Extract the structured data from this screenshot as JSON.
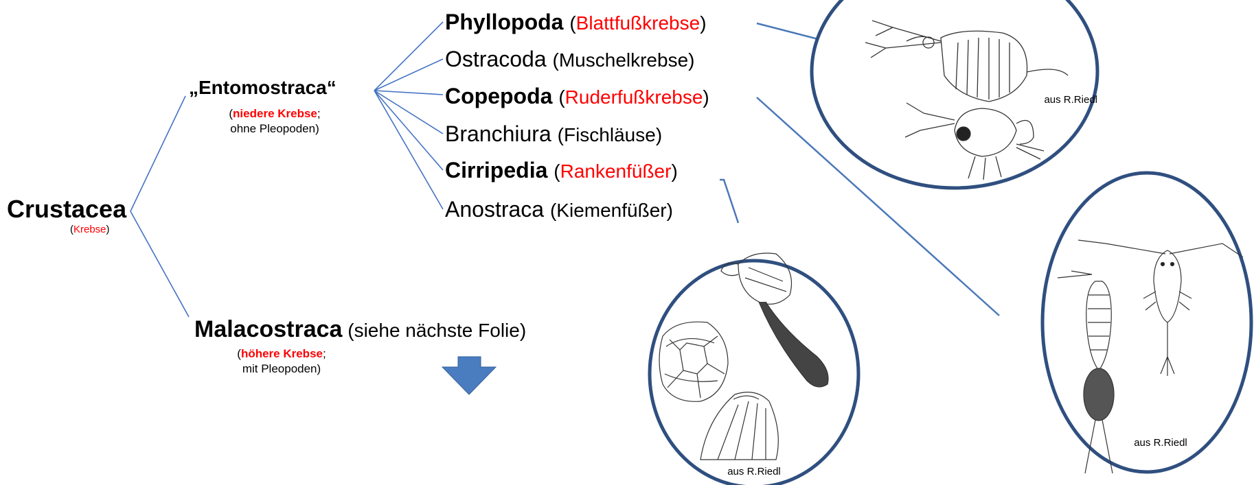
{
  "root": {
    "name": "Crustacea",
    "paren_open": "(",
    "common": "Krebse",
    "paren_close": ")"
  },
  "entomostraca": {
    "name": "„Entomostraca“",
    "note_open": "(",
    "note_common": "niedere Krebse",
    "note_semi": ";",
    "note_line2": "ohne Pleopoden)"
  },
  "malacostraca": {
    "name": "Malacostraca",
    "suffix": " (siehe nächste Folie)",
    "note_open": "(",
    "note_common": "höhere Krebse",
    "note_semi": ";",
    "note_line2": "mit Pleopoden)"
  },
  "groups": [
    {
      "name": "Phyllopoda",
      "common": "Blattfußkrebse",
      "highlight": true
    },
    {
      "name": "Ostracoda",
      "common": "Muschelkrebse",
      "highlight": false
    },
    {
      "name": "Copepoda",
      "common": "Ruderfußkrebse",
      "highlight": true
    },
    {
      "name": "Branchiura",
      "common": "Fischläuse",
      "highlight": false
    },
    {
      "name": "Cirripedia",
      "common": "Rankenfüßer",
      "highlight": true
    },
    {
      "name": "Anostraca",
      "common": "Kiemenfüßer",
      "highlight": false
    }
  ],
  "credits": {
    "phyllopoda": "aus R.Riedl",
    "copepoda": "aus R.Riedl",
    "cirripedia": "aus R.Riedl"
  },
  "colors": {
    "tree_line": "#4472c4",
    "connector": "#4a78b8",
    "circle_stroke": "#2f4f7f",
    "highlight_text": "#ff0000",
    "arrow": "#4a7dc0"
  },
  "icons": {
    "down_arrow": "down-arrow-icon"
  }
}
